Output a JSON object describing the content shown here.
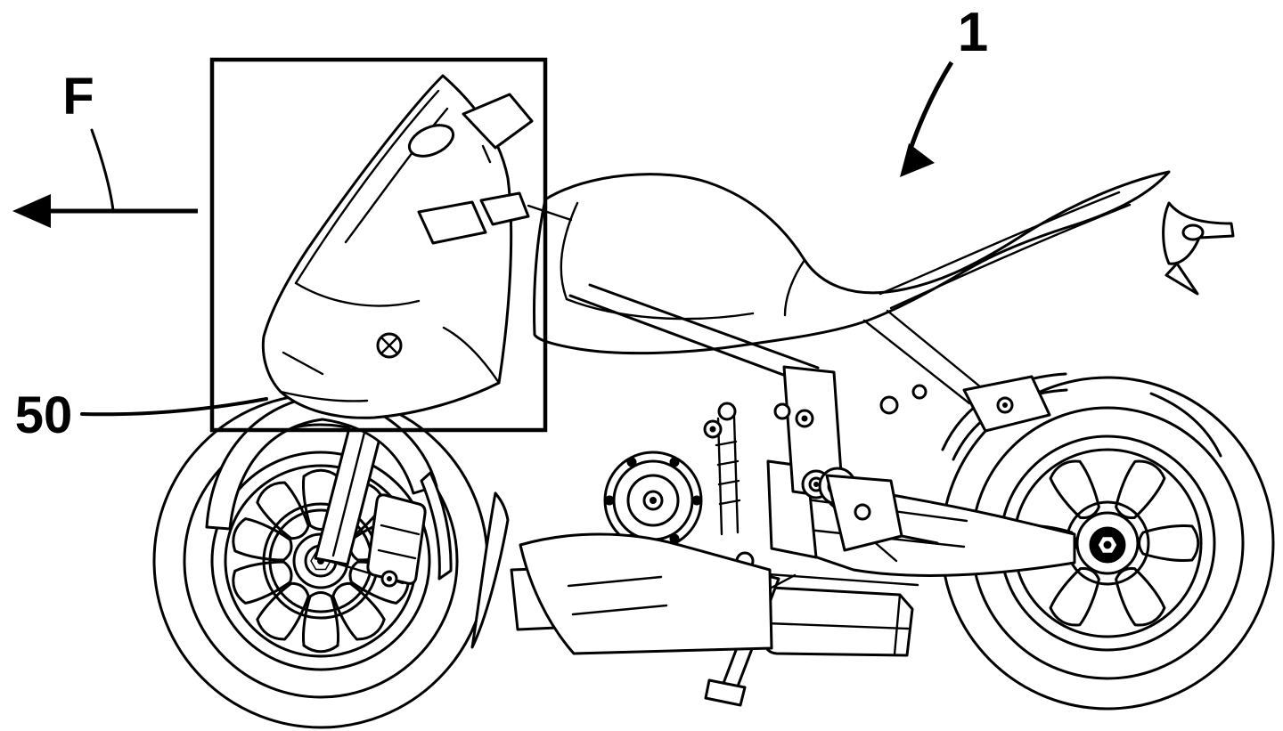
{
  "figure": {
    "subject": "Patent-style line drawing of a sport motorcycle, left side view, front facing left",
    "background_color": "#ffffff",
    "ink_color": "#000000"
  },
  "labels": {
    "front_direction": "F",
    "vehicle_ref": "1",
    "front_cowl_ref": "50"
  }
}
